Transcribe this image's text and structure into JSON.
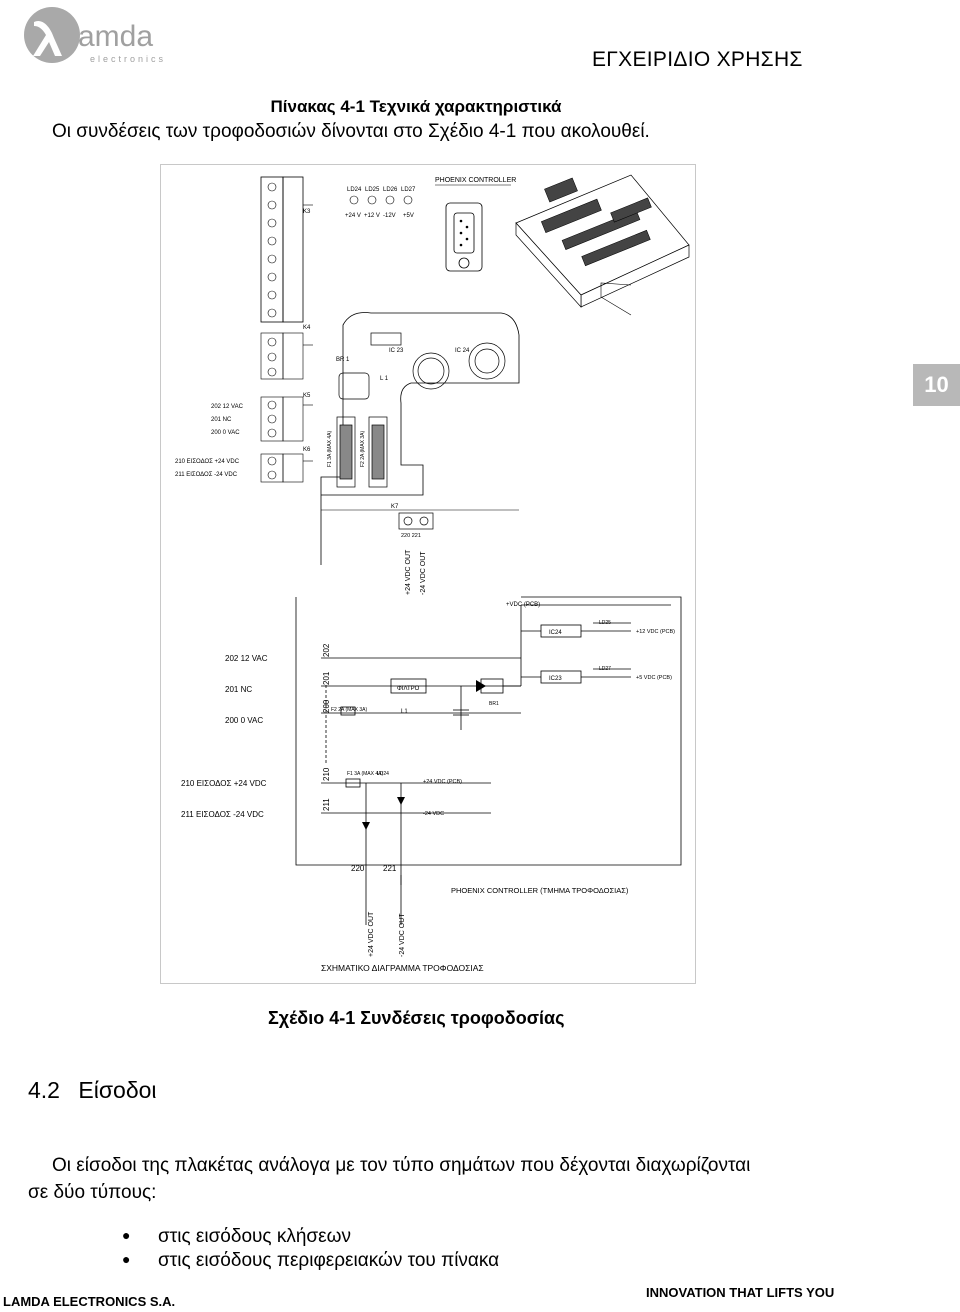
{
  "header": {
    "logo_text": "amda",
    "logo_sub": "electronics",
    "manual_title": "ΕΓΧΕΙΡΙΔΙΟ ΧΡΗΣΗΣ"
  },
  "table_caption": "Πίνακας 4-1 Τεχνικά χαρακτηριστικά",
  "intro": "Οι συνδέσεις των τροφοδοσιών δίνονται στο Σχέδιο 4-1 που ακολουθεί.",
  "page_tab": "10",
  "diagram": {
    "top": {
      "led_labels": [
        "LD24",
        "LD25",
        "LD26",
        "LD27"
      ],
      "led_voltages": [
        "+24 V",
        "+12 V",
        "-12V",
        "+5V"
      ],
      "phoenix": "PHOENIX CONTROLLER",
      "k3": "K3",
      "k4": "K4",
      "k5": "K5",
      "k6": "K6",
      "k7": "K7",
      "br1": "BR 1",
      "ic23": "IC 23",
      "ic24": "IC 24",
      "l1": "L 1",
      "f1": "F1 3A (MAX 4A)",
      "f2": "F2 2A (MAX 3A)",
      "lbl_202": "202  12 VAC",
      "lbl_201": "201  NC",
      "lbl_200": "200    0 VAC",
      "lbl_210": "210  ΕΙΣΟΔΟΣ +24 VDC",
      "lbl_211": "211  ΕΙΣΟΔΟΣ -24 VDC",
      "t220_221": "220  221",
      "out1": "+24 VDC OUT",
      "out2": "-24 VDC OUT"
    },
    "schematic": {
      "vdc_pcb": "+VDC (PCB)",
      "ic24": "IC24",
      "ic23": "IC23",
      "ld25": "LD25",
      "ld27": "LD27",
      "ld24": "LD24",
      "p12": "+12 VDC (PCB)",
      "p5": "+5 VDC (PCB)",
      "p24": "+24 VDC (PCB)",
      "m24": "-24 VDC",
      "filter": "ΦΙΛΤΡΟ",
      "l1": "L1",
      "br1": "BR1",
      "f2": "F2 2A (MAX 3A)",
      "f1": "F1 3A (MAX 4A)",
      "n202": "202",
      "n201": "201",
      "n200": "200",
      "n210": "210",
      "n211": "211",
      "lbl_202": "202  12 VAC",
      "lbl_201": "201  NC",
      "lbl_200": "200    0 VAC",
      "lbl_210": "210  ΕΙΣΟΔΟΣ +24 VDC",
      "lbl_211": "211  ΕΙΣΟΔΟΣ -24 VDC",
      "n220": "220",
      "n221": "221",
      "phoenix_section": "PHOENIX CONTROLLER (ΤΜΗΜΑ ΤΡΟΦΟΔΟΣΙΑΣ)",
      "out1": "+24 VDC OUT",
      "out2": "-24 VDC OUT",
      "title": "ΣΧΗΜΑΤΙΚΟ ΔΙΑΓΡΑΜΜΑ ΤΡΟΦΟΔΟΣΙΑΣ"
    }
  },
  "figure_caption": "Σχέδιο 4-1 Συνδέσεις τροφοδοσίας",
  "section": {
    "number": "4.2",
    "title": "Είσοδοι"
  },
  "paragraph": {
    "line1": "Οι είσοδοι της πλακέτας ανάλογα με τον τύπο σημάτων που δέχονται   διαχωρίζονται",
    "line2": "σε δύο τύπους:"
  },
  "bullets": [
    "στις εισόδους κλήσεων",
    "στις εισόδους περιφερειακών του πίνακα"
  ],
  "footer": {
    "left": "LAMDA ELECTRONICS S.A.",
    "right": "INNOVATION THAT LIFTS YOU"
  }
}
